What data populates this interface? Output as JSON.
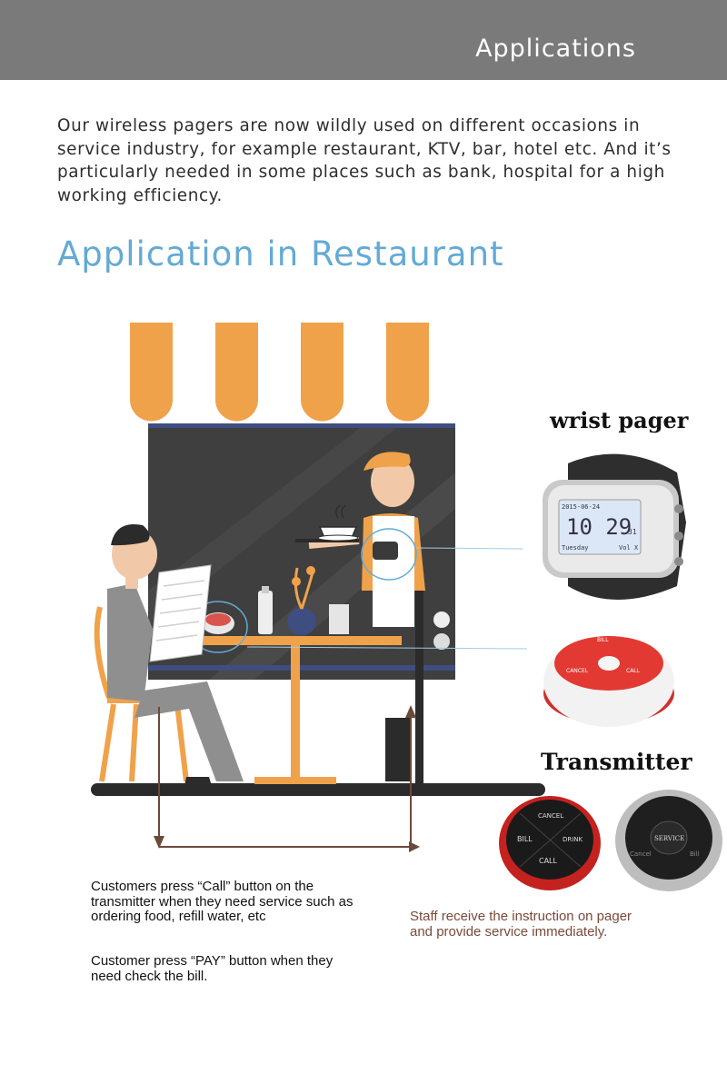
{
  "header": {
    "title": "Applications"
  },
  "intro": "Our wireless pagers are now wildly used on different occasions in service industry, for example restaurant, KTV, bar, hotel etc. And it’s particularly needed in some places such as bank, hospital for a high working efficiency.",
  "section_title": "Application in Restaurant",
  "labels": {
    "wrist_pager": "wrist pager",
    "transmitter": "Transmitter"
  },
  "watch_screen": {
    "date": "2015-06-24",
    "time": "10 29",
    "seconds": "31",
    "day": "Tuesday",
    "code": "Vol X"
  },
  "call_button": {
    "bill": "BILL",
    "cancel": "CANCEL",
    "call": "CALL"
  },
  "red_transmitter": {
    "cancel": "CANCEL",
    "bill": "BILL",
    "drink": "DRINK",
    "call": "CALL"
  },
  "black_transmitter": {
    "service": "SERVICE",
    "cancel": "Cancel",
    "bill": "Bill"
  },
  "customer_text": "Customers press “Call” button on the transmitter when they need service such as ordering food, refill water, etc",
  "customer_text2": "Customer press “PAY” button when they need check the bill.",
  "staff_text": "Staff receive the instruction on pager and provide service immediately.",
  "colors": {
    "header_bg": "#7a7a7a",
    "title_blue": "#64aad4",
    "awning_orange": "#f0a24a",
    "window_dark": "#3f3f3f",
    "staff_brown": "#7a4a3a"
  }
}
